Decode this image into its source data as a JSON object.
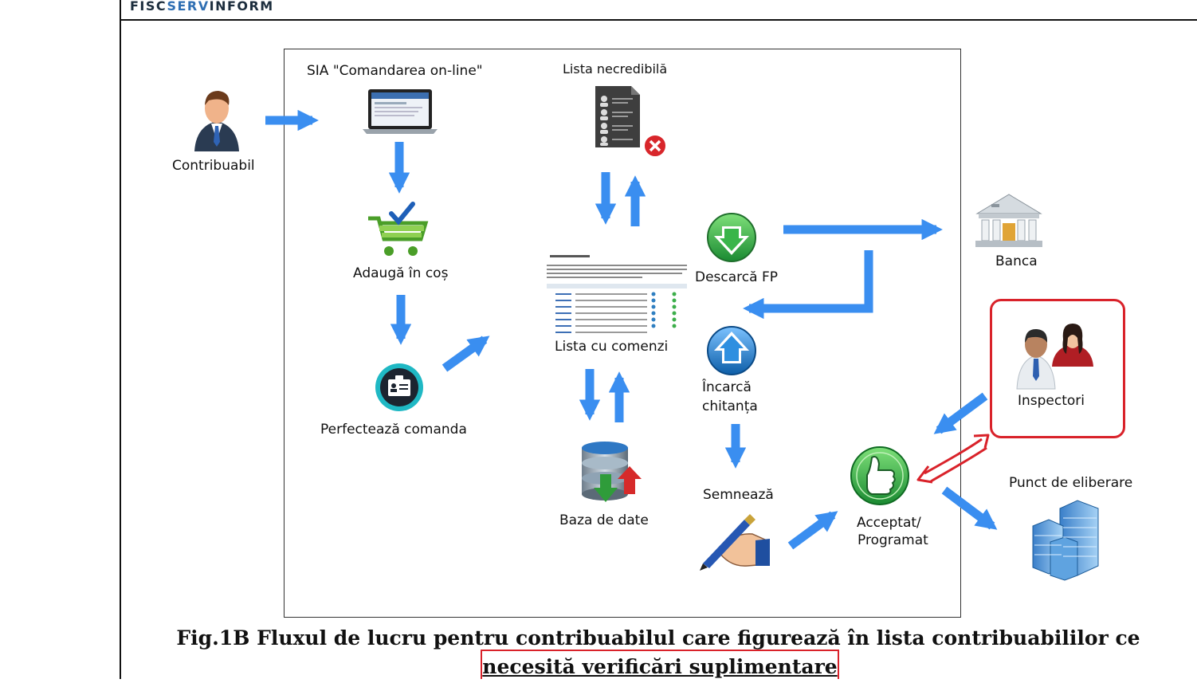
{
  "header": {
    "brand_part1": "FISC",
    "brand_part2": "SERV",
    "brand_part3": "INFORM"
  },
  "nodes": {
    "contribuabil": "Contribuabil",
    "sia": "SIA \"Comandarea on-line\"",
    "lista_necredibila": "Lista necredibilă",
    "adauga": "Adaugă în coș",
    "perfecteaza": "Perfectează comanda",
    "lista_comenzi": "Lista cu comenzi",
    "baza_date": "Baza de date",
    "descarca": "Descarcă FP",
    "incarca_1": "Încarcă",
    "incarca_2": "chitanța",
    "semneaza": "Semnează",
    "acceptat_1": "Acceptat/",
    "acceptat_2": "Programat",
    "banca": "Banca",
    "inspectori": "Inspectori",
    "punct": "Punct de eliberare"
  },
  "caption": {
    "line1": "Fig.1B Fluxul de lucru pentru contribuabilul care figurează în lista contribuabililor ce",
    "line2": "necesită verificări suplimentare"
  },
  "colors": {
    "arrow": "#3a8ef0",
    "highlight": "#d9222a",
    "green": "#2fa84a",
    "blue_icon": "#1f7fd0"
  }
}
